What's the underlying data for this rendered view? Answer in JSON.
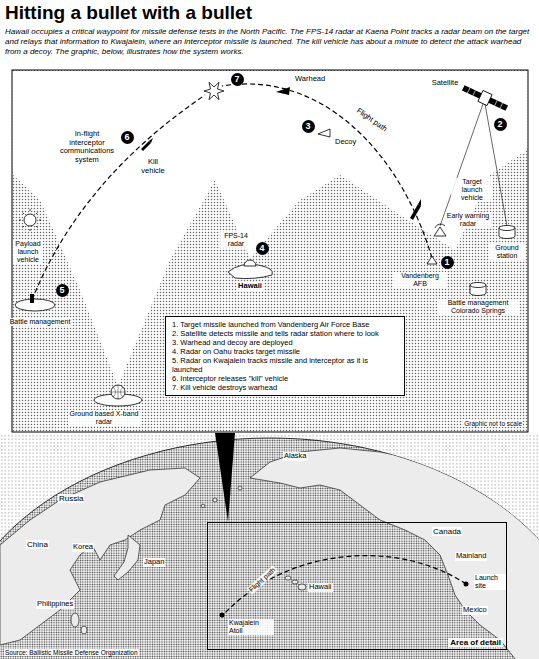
{
  "diagram": {
    "title": "Hitting a bullet with a bullet",
    "caption": "Hawaii occupies a critical waypoint for missile defense tests in the North Pacific. The FPS-14 radar at Kaena Point tracks a radar beam on the target and relays that information to Kwajalein, where an interceptor missile is launched. The kill vehicle has about a minute to detect the attack warhead from a decoy. The graphic, below, illustrates how the system works.",
    "nodes": [
      {
        "text": [
          "1. Target missile launched from Vandenberg Air Force Base",
          "2. Satellite detects missile and tells radar station where to look",
          "3. Warhead and decoy are deployed",
          "4. Radar on Oahu tracks target missile",
          "5. Radar on Kwajalein tracks missile and interceptor as it is launched",
          "6. Interceptor releases \"kill\" vehicle",
          "7. Kill vehicle destroys warhead"
        ]
      },
      {
        "text": [
          "Area of detail"
        ]
      },
      {
        "text": [
          "1"
        ]
      },
      {
        "text": [
          "2"
        ]
      },
      {
        "text": [
          "3"
        ]
      },
      {
        "text": [
          "4"
        ]
      },
      {
        "text": [
          "5"
        ]
      },
      {
        "text": [
          "6"
        ]
      },
      {
        "text": [
          "7"
        ]
      }
    ],
    "labels": [
      "Satellite",
      "Warhead",
      "Decoy",
      "Flight path",
      "In-flight interceptor communications system",
      "Kill vehicle",
      "Target launch vehicle",
      "Early warning radar",
      "Ground station",
      "Vandenberg AFB",
      "FPS-14 radar",
      "Hawaii",
      "Payload launch vehicle",
      "Battle management Colorado Springs",
      "Battle management",
      "Ground based X-band radar",
      "Graphic not to scale",
      "Alaska",
      "Russia",
      "Canada",
      "China",
      "Korea",
      "Japan",
      "Mainland",
      "Launch site",
      "Hawaii",
      "Mexico",
      "Philippines",
      "Kwajalein Atoll",
      "Flight path",
      "Source: Ballistic Missile Defense Organization"
    ]
  }
}
